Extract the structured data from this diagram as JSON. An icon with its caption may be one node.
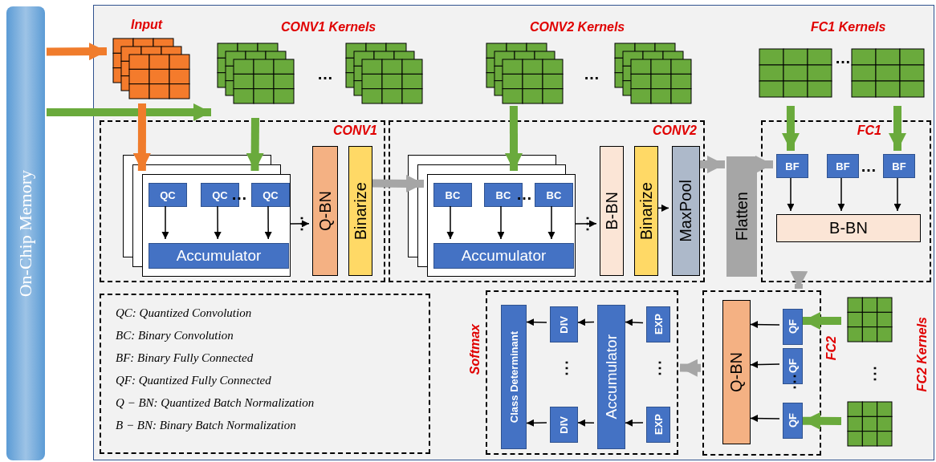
{
  "diagram": {
    "nodes": [
      {
        "text": [
          "On-Chip Memory"
        ]
      },
      {
        "text": [
          "Input"
        ]
      },
      {
        "text": [
          "CONV1 Kernels"
        ]
      },
      {
        "text": [
          "CONV2 Kernels"
        ]
      },
      {
        "text": [
          "FC1 Kernels"
        ]
      },
      {
        "text": [
          "CONV1"
        ]
      },
      {
        "text": [],
        "shape": "box",
        "in": 5
      },
      {
        "text": [
          "QC"
        ],
        "in": 6
      },
      {
        "text": [
          "QC"
        ],
        "in": 6
      },
      {
        "text": [
          "QC"
        ],
        "in": 6
      },
      {
        "text": [
          "Accumulator"
        ],
        "in": 6
      },
      {
        "text": [
          "Q-BN"
        ],
        "in": 5
      },
      {
        "text": [
          "Binarize"
        ],
        "in": 5
      },
      {
        "text": [
          "CONV2"
        ]
      },
      {
        "text": [],
        "shape": "box",
        "in": 13
      },
      {
        "text": [
          "BC"
        ],
        "in": 14
      },
      {
        "text": [
          "BC"
        ],
        "in": 14
      },
      {
        "text": [
          "BC"
        ],
        "in": 14
      },
      {
        "text": [
          "Accumulator"
        ],
        "in": 14
      },
      {
        "text": [
          "B-BN"
        ],
        "in": 13
      },
      {
        "text": [
          "Binarize"
        ],
        "in": 13
      },
      {
        "text": [
          "MaxPool"
        ],
        "in": 13
      },
      {
        "text": [
          "Flatten"
        ]
      },
      {
        "text": [
          "FC1"
        ]
      },
      {
        "text": [
          "BF"
        ],
        "in": 23
      },
      {
        "text": [
          "BF"
        ],
        "in": 23
      },
      {
        "text": [
          "BF"
        ],
        "in": 23
      },
      {
        "text": [
          "B-BN"
        ],
        "in": 23
      },
      {
        "text": [
          "FC2"
        ]
      },
      {
        "text": [
          "Q-BN"
        ],
        "in": 28
      },
      {
        "text": [
          "QF"
        ],
        "in": 28
      },
      {
        "text": [
          "QF"
        ],
        "in": 28
      },
      {
        "text": [
          "QF"
        ],
        "in": 28
      },
      {
        "text": [
          "FC2 Kernels"
        ]
      },
      {
        "text": [
          "Softmax"
        ]
      },
      {
        "text": [
          "Class Determinant"
        ],
        "in": 34
      },
      {
        "text": [
          "DIV"
        ],
        "in": 34
      },
      {
        "text": [
          "DIV"
        ],
        "in": 34
      },
      {
        "text": [
          "Accumulator"
        ],
        "in": 34
      },
      {
        "text": [
          "EXP"
        ],
        "in": 34
      },
      {
        "text": [
          "EXP"
        ],
        "in": 34
      },
      {
        "text": [
          "QC:  Quantized Convolution",
          "BC:  Binary Convolution",
          "BF:  Binary Fully Connected",
          "QF:  Quantized Fully Connected",
          "Q − BN:  Quantized Batch Normalization",
          "B − BN:  Binary Batch Normalization"
        ]
      }
    ],
    "edges": [
      {
        "from": 0,
        "to": 1,
        "arrow": "to",
        "style": "thick",
        "color": "#f07c2c"
      },
      {
        "from": 0,
        "to": 2,
        "arrow": "to",
        "style": "thick",
        "color": "#6aaa3c"
      },
      {
        "from": 1,
        "to": 6,
        "arrow": "to",
        "style": "thick",
        "color": "#f07c2c"
      },
      {
        "from": 2,
        "to": 6,
        "arrow": "to",
        "style": "thick",
        "color": "#6aaa3c"
      },
      {
        "from": 7,
        "to": 10,
        "arrow": "to"
      },
      {
        "from": 8,
        "to": 10,
        "arrow": "to"
      },
      {
        "from": 9,
        "to": 10,
        "arrow": "to"
      },
      {
        "from": 6,
        "to": 11,
        "arrow": "to"
      },
      {
        "from": 12,
        "to": 14,
        "arrow": "to",
        "style": "thick",
        "color": "#a6a6a6"
      },
      {
        "from": 3,
        "to": 14,
        "arrow": "to",
        "style": "thick",
        "color": "#6aaa3c"
      },
      {
        "from": 15,
        "to": 18,
        "arrow": "to"
      },
      {
        "from": 16,
        "to": 18,
        "arrow": "to"
      },
      {
        "from": 17,
        "to": 18,
        "arrow": "to"
      },
      {
        "from": 14,
        "to": 19,
        "arrow": "to"
      },
      {
        "from": 20,
        "to": 21,
        "arrow": "to"
      },
      {
        "from": 21,
        "to": 22,
        "arrow": "to",
        "style": "thick",
        "color": "#a6a6a6"
      },
      {
        "from": 22,
        "to": 24,
        "arrow": "to",
        "style": "thick",
        "color": "#a6a6a6"
      },
      {
        "from": 4,
        "to": 24,
        "arrow": "to",
        "style": "thick",
        "color": "#6aaa3c"
      },
      {
        "from": 4,
        "to": 26,
        "arrow": "to",
        "style": "thick",
        "color": "#6aaa3c"
      },
      {
        "from": 24,
        "to": 27,
        "arrow": "to"
      },
      {
        "from": 25,
        "to": 27,
        "arrow": "to"
      },
      {
        "from": 26,
        "to": 27,
        "arrow": "to"
      },
      {
        "from": 23,
        "to": 28,
        "arrow": "to",
        "style": "thick",
        "color": "#a6a6a6"
      },
      {
        "from": 33,
        "to": 30,
        "arrow": "to",
        "style": "thick",
        "color": "#6aaa3c"
      },
      {
        "from": 33,
        "to": 32,
        "arrow": "to",
        "style": "thick",
        "color": "#6aaa3c"
      },
      {
        "from": 30,
        "to": 29,
        "arrow": "to"
      },
      {
        "from": 31,
        "to": 29,
        "arrow": "to"
      },
      {
        "from": 32,
        "to": 29,
        "arrow": "to"
      },
      {
        "from": 28,
        "to": 34,
        "arrow": "to",
        "style": "thick",
        "color": "#a6a6a6"
      },
      {
        "from": 39,
        "to": 38,
        "arrow": "to"
      },
      {
        "from": 40,
        "to": 38,
        "arrow": "to"
      },
      {
        "from": 38,
        "to": 36,
        "arrow": "to"
      },
      {
        "from": 38,
        "to": 37,
        "arrow": "to"
      },
      {
        "from": 36,
        "to": 35,
        "arrow": "to"
      },
      {
        "from": 37,
        "to": 35,
        "arrow": "to"
      }
    ],
    "labels": [
      "…",
      "…",
      "…",
      "…",
      "⋮",
      "…",
      "⋮",
      "…",
      "⋮",
      "⋮",
      "⋮",
      "⋮"
    ]
  }
}
